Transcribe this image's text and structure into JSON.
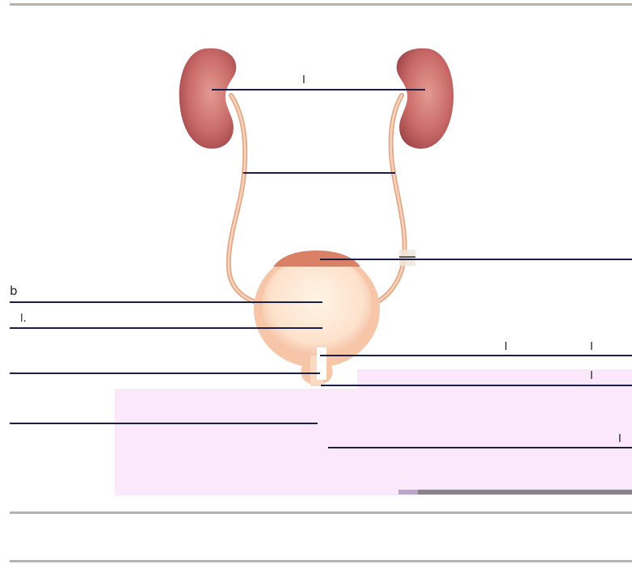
{
  "figure": {
    "fragments": {
      "top_mark": "I",
      "left_b": "b",
      "left_l": "l.",
      "right_mark_1": "I",
      "right_mark_2": "I",
      "right_mark_3": "I",
      "right_mark_4": "I"
    }
  },
  "colors": {
    "kidney": "#b8565a",
    "kidney_highlight": "#e08f8a",
    "ureter": "#e8b08e",
    "bladder_outer": "#f6c9ad",
    "bladder_inner": "#fde9d6",
    "bladder_dome": "#d97d66",
    "leader_line": "#1a1f4a",
    "mask_panel": "#fbe9fb",
    "frame_rule": "#b9b2ac"
  }
}
